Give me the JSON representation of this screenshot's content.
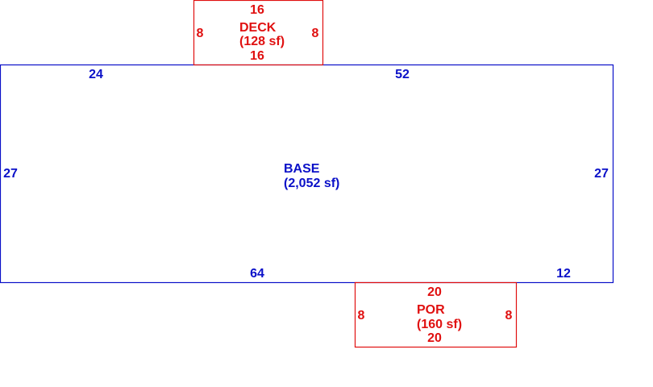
{
  "colors": {
    "base": "#0a10c8",
    "addition": "#e01010",
    "background": "#ffffff"
  },
  "areas": {
    "deck": {
      "name": "DECK",
      "area": "(128 sf)",
      "top": "16",
      "bottom": "16",
      "left": "8",
      "right": "8"
    },
    "base": {
      "name": "BASE",
      "area": "(2,052 sf)",
      "top_left": "24",
      "top_right": "52",
      "left": "27",
      "right": "27",
      "bottom_left": "64",
      "bottom_right": "12"
    },
    "por": {
      "name": "POR",
      "area": "(160 sf)",
      "top": "20",
      "bottom": "20",
      "left": "8",
      "right": "8"
    }
  }
}
